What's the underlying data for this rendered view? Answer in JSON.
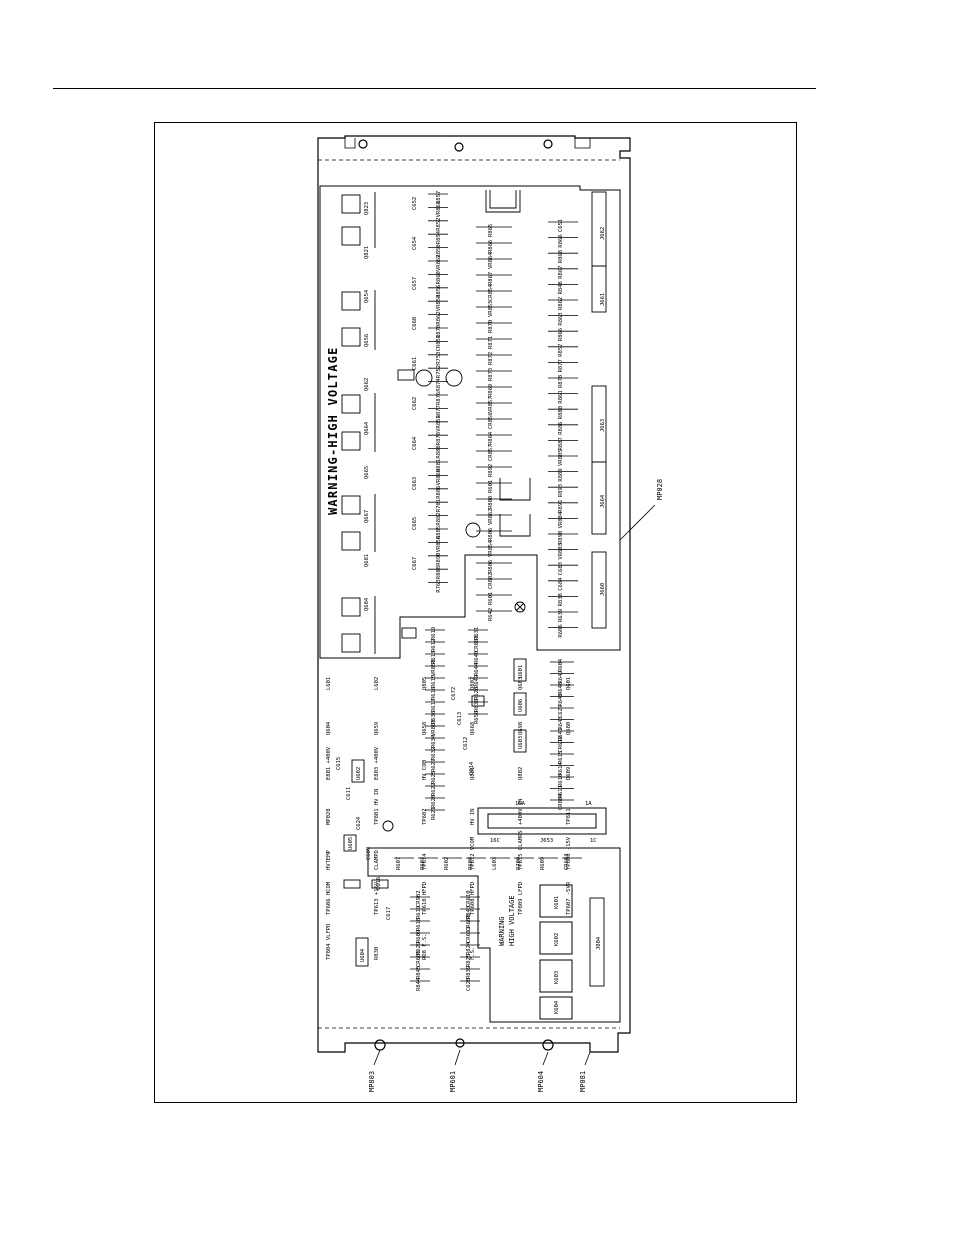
{
  "board": {
    "warning_main": "WARNING-HIGH VOLTAGE",
    "warning_lower_line1": "WARNING",
    "warning_lower_line2": "HIGH VOLTAGE",
    "callouts": {
      "mp028": "MP028",
      "mp803": "MP803",
      "mp601": "MP601",
      "mp604": "MP604",
      "mp081": "MP081"
    },
    "connectors": {
      "j653": "J653",
      "j653_16a": "16A",
      "j653_16c": "16C",
      "j653_1a": "1A",
      "j653_1c": "1C"
    },
    "relays": [
      "K601",
      "K602",
      "K603",
      "K604"
    ],
    "fets_left": [
      "Q823",
      "Q821",
      "Q654",
      "Q656",
      "Q662",
      "Q664",
      "Q665",
      "Q667",
      "Q681",
      "Q684"
    ],
    "components_col_a": [
      "R857",
      "VR861",
      "R852",
      "R854",
      "R850",
      "VR862",
      "R860",
      "R856",
      "VR858",
      "R862",
      "R870",
      "CR851",
      "R753",
      "R752",
      "R874",
      "R876",
      "R877",
      "VR859",
      "R878",
      "R880",
      "R881",
      "VR860",
      "R886",
      "R701",
      "R882",
      "R885",
      "VR856",
      "R890",
      "R888",
      "R763"
    ],
    "components_col_b": [
      "R865",
      "R866",
      "VR864",
      "R867",
      "CR854",
      "VR855",
      "R870",
      "R871",
      "R872",
      "R873",
      "R869",
      "VR857",
      "CR856",
      "R864",
      "CR857",
      "R892",
      "R601",
      "R808",
      "VR862",
      "R806",
      "VR854",
      "R806",
      "CR802",
      "R601",
      "R642"
    ],
    "components_col_c": [
      "C651",
      "R866",
      "R868",
      "R867",
      "R848",
      "R862",
      "R863",
      "R866",
      "R857",
      "R877",
      "R878",
      "R861",
      "R880",
      "R886",
      "R887",
      "VR805",
      "R889",
      "R893",
      "R891",
      "VR804",
      "R890",
      "VR803",
      "C683",
      "C684",
      "R838",
      "R639",
      "R606"
    ],
    "components_mid": [
      "R619",
      "R612",
      "R613",
      "VR858",
      "R615",
      "R616",
      "R617",
      "R636",
      "VR803",
      "R634",
      "R632",
      "R627",
      "R625",
      "R622",
      "R620",
      "R621",
      "R631",
      "CR803",
      "R640",
      "R644",
      "R649",
      "R626",
      "R630",
      "R650"
    ],
    "components_right_mid": [
      "R604",
      "R647",
      "R648",
      "R640",
      "C627",
      "R643",
      "R641",
      "CR612",
      "R615",
      "R614",
      "R610",
      "R611",
      "CR804"
    ],
    "components_bottom": [
      "R607",
      "R603",
      "R602",
      "R608",
      "L603",
      "R700",
      "R609",
      "CR603",
      "CR902",
      "R619",
      "R618",
      "R609",
      "R629",
      "CR605",
      "R845",
      "R844",
      "CR610",
      "R843",
      "CR608",
      "CR611",
      "R824",
      "R825",
      "R839",
      "C620"
    ],
    "ics": [
      "U601",
      "U606",
      "U603",
      "U602",
      "U605",
      "U604"
    ],
    "caps_left": [
      "C652",
      "C654",
      "C657",
      "C660",
      "C661",
      "C662",
      "C664",
      "C663",
      "C665",
      "C667",
      "C672",
      "C613",
      "C612",
      "C614",
      "C615",
      "C611",
      "C624",
      "C609",
      "C616",
      "C617"
    ],
    "misc_labels": [
      "L601",
      "L602",
      "Q805",
      "Q802",
      "Q603",
      "Q601",
      "Q604",
      "Q659",
      "Q658",
      "Q668",
      "Q698",
      "Q680",
      "E801 +400V",
      "E803 +400V",
      "HV COM",
      "Q801",
      "Q802",
      "D609",
      "MP028",
      "TP801 HV IN",
      "TP602",
      "HV IN",
      "+400V IN",
      "TP811",
      "HVTEMP",
      "CLAMPD",
      "TP614",
      "TP612 VCOM",
      "TP615 CLAMPS",
      "TP800 -15V",
      "TP606 HCOM",
      "TP613 +15V",
      "TP610 HFPD",
      "TP608 HFPD",
      "TP809 LFPD",
      "TP607 -5VR",
      "TP804 VLFPD",
      "R830",
      "RO8 F.S.",
      "F.S."
    ],
    "jumpers": [
      "J662",
      "J661",
      "J663",
      "J664",
      "J660",
      "J804"
    ]
  }
}
